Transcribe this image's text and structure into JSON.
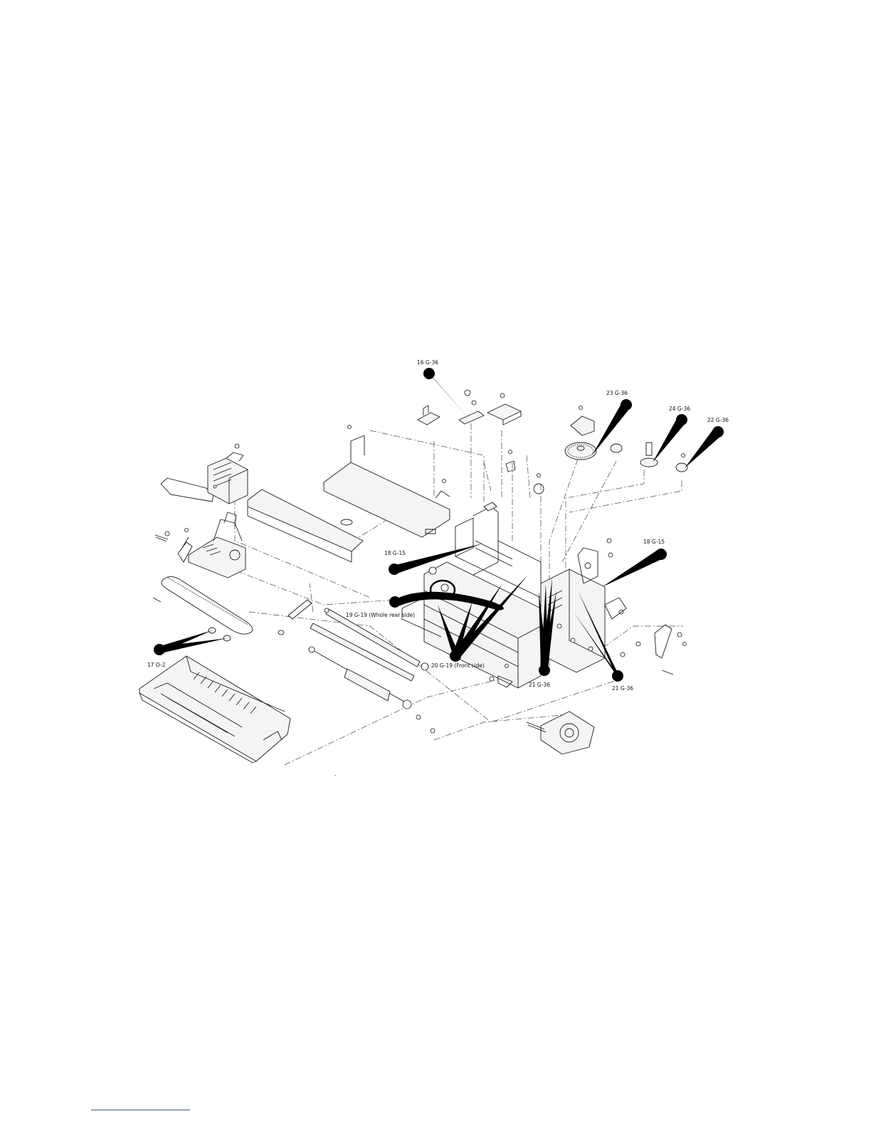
{
  "callouts": [
    {
      "id": "c16",
      "text": "16  G-36"
    },
    {
      "id": "c23",
      "text": "23  G-36"
    },
    {
      "id": "c24",
      "text": "24  G-36"
    },
    {
      "id": "c22",
      "text": "22  G-36"
    },
    {
      "id": "c18a",
      "text": "18  G-15"
    },
    {
      "id": "c18b",
      "text": "18  G-15"
    },
    {
      "id": "c19",
      "text": "19  G-19 (Whole rear side)"
    },
    {
      "id": "c20",
      "text": "20  G-19  (Front side)"
    },
    {
      "id": "c21a",
      "text": "21  G-36"
    },
    {
      "id": "c21b",
      "text": "21  G-36"
    },
    {
      "id": "c17",
      "text": "17  O-2"
    }
  ]
}
